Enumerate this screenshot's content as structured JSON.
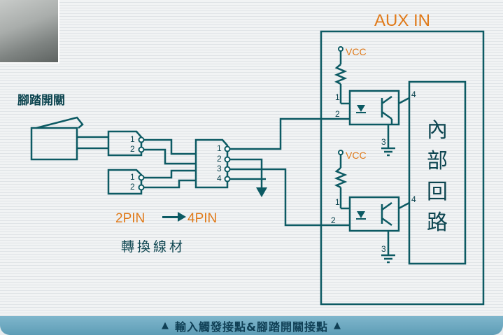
{
  "title": "AUX IN",
  "footswitch_label": "腳踏開關",
  "vcc_top": "VCC",
  "vcc_bottom": "VCC",
  "internal_circuit": [
    "內",
    "部",
    "回",
    "路"
  ],
  "adapter_title": "2PIN",
  "adapter_title_target": "4PIN",
  "adapter_subtitle": "轉換線材",
  "pins": {
    "plug1": [
      "1",
      "2"
    ],
    "plug2": [
      "1",
      "2"
    ],
    "plug4": [
      "1",
      "2",
      "3",
      "4"
    ],
    "opto_top": [
      "1",
      "2",
      "3",
      "4"
    ],
    "opto_bottom": [
      "1",
      "2",
      "3",
      "4"
    ]
  },
  "footer": {
    "text": "輸入觸發接點&腳踏開關接點",
    "arrow_left": "▲",
    "arrow_right": "▲"
  },
  "colors": {
    "line": "#0c5a63",
    "accent_orange": "#e07a1a",
    "text_dark": "#0d4550"
  }
}
